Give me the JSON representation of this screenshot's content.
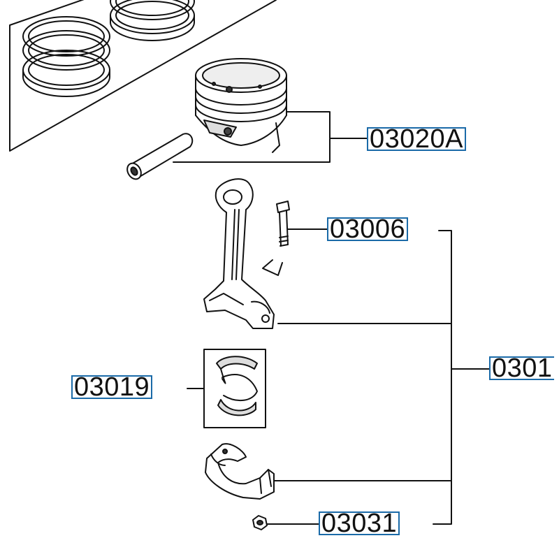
{
  "diagram": {
    "callouts": [
      {
        "id": "part-03020A",
        "label": "03020A"
      },
      {
        "id": "part-03006",
        "label": "03006"
      },
      {
        "id": "part-03019",
        "label": "03019"
      },
      {
        "id": "part-0301",
        "label": "0301"
      },
      {
        "id": "part-03031",
        "label": "03031"
      }
    ],
    "colors": {
      "callout_border": "#1a6aa8",
      "line": "#111111",
      "background": "#ffffff"
    },
    "parts_depicted": [
      "piston-ring-set",
      "piston",
      "piston-pin",
      "connecting-rod",
      "connecting-rod-bolt",
      "connecting-rod-bearing",
      "connecting-rod-cap",
      "connecting-rod-nut"
    ]
  }
}
